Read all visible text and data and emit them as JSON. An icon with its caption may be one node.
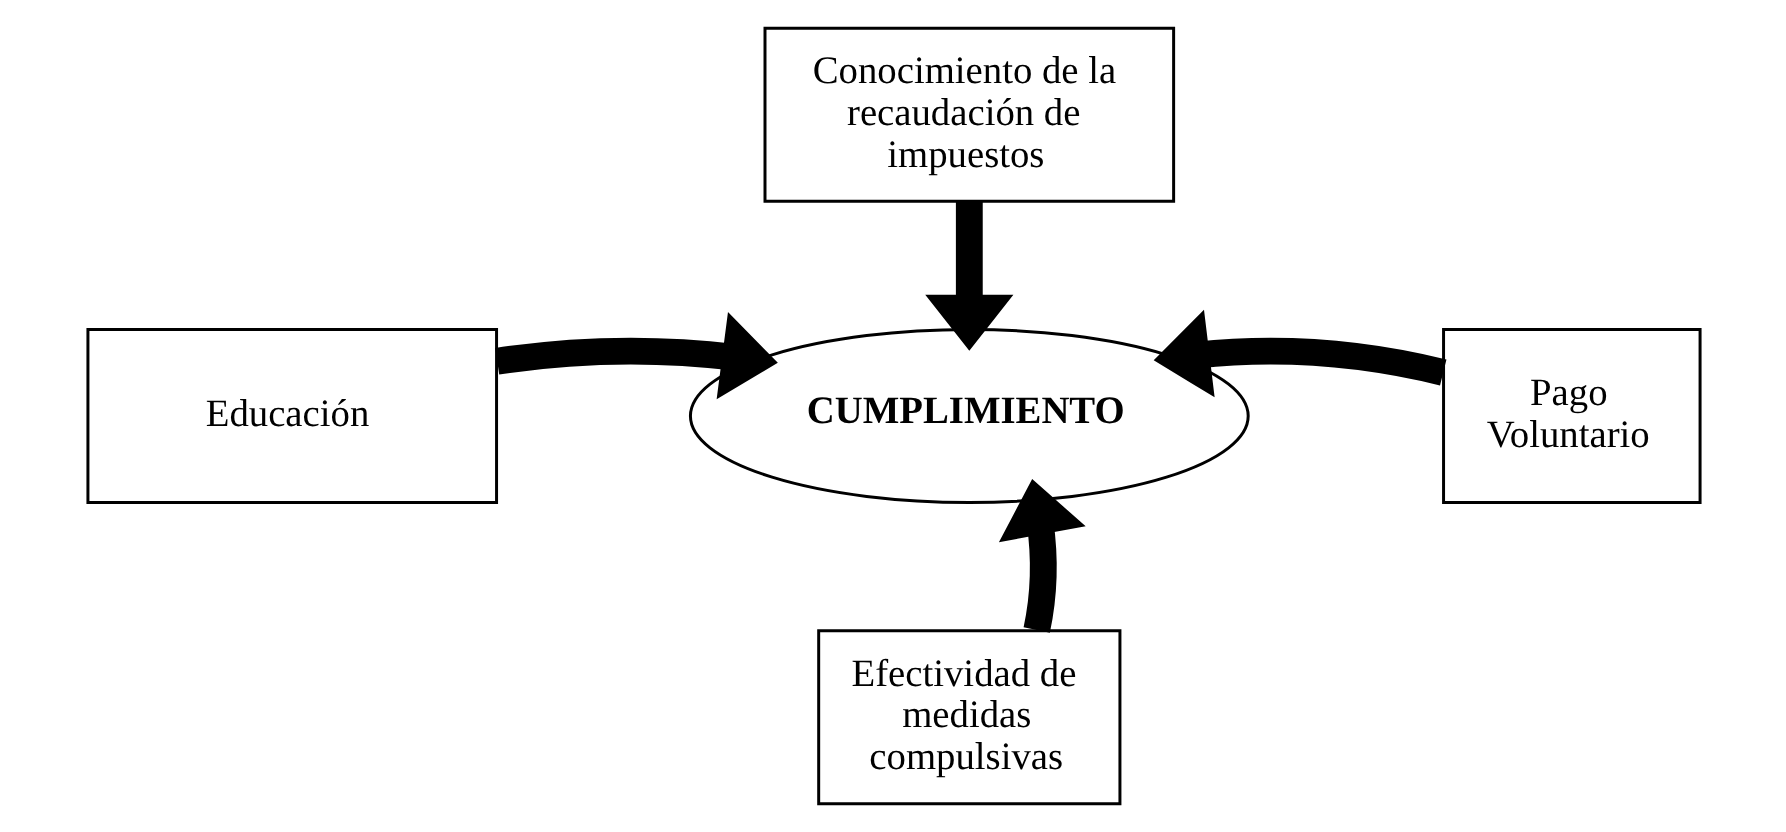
{
  "diagram": {
    "nodes": [
      {
        "text": [
          "Conocimiento de la recaudación de impuestos"
        ]
      },
      {
        "text": [
          "Educación"
        ]
      },
      {
        "text": [
          "CUMPLIMIENTO"
        ]
      },
      {
        "text": [
          "Pago Voluntario"
        ]
      },
      {
        "text": [
          "Efectividad de medidas compulsivas"
        ]
      }
    ],
    "edges": [
      {
        "from": 0,
        "to": 2,
        "arrow": "to"
      },
      {
        "from": 1,
        "to": 2,
        "arrow": "to"
      },
      {
        "from": 3,
        "to": 2,
        "arrow": "to"
      },
      {
        "from": 4,
        "to": 2,
        "arrow": "to"
      }
    ]
  }
}
